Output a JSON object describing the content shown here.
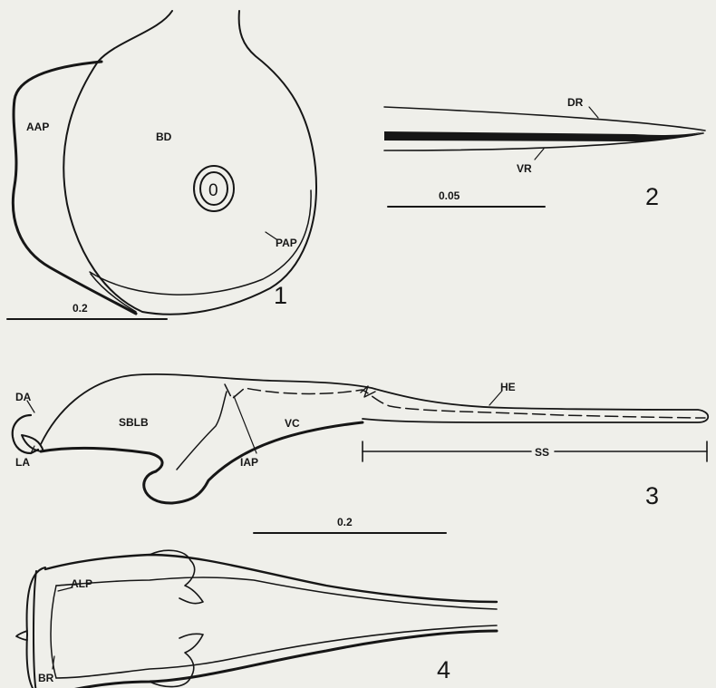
{
  "figures": {
    "fig1": {
      "number": "1",
      "labels": {
        "aap": "AAP",
        "bd": "BD",
        "pap": "PAP",
        "opening": "0"
      },
      "scale": "0.2"
    },
    "fig2": {
      "number": "2",
      "labels": {
        "dr": "DR",
        "vr": "VR"
      },
      "scale": "0.05"
    },
    "fig3": {
      "number": "3",
      "labels": {
        "da": "DA",
        "la": "LA",
        "sblb": "SBLB",
        "iap": "IAP",
        "vc": "VC",
        "he": "HE",
        "ss": "SS"
      },
      "scale": "0.2"
    },
    "fig4": {
      "number": "4",
      "labels": {
        "alp": "ALP",
        "br": "BR"
      }
    }
  },
  "colors": {
    "background": "#efefea",
    "ink": "#161616"
  }
}
